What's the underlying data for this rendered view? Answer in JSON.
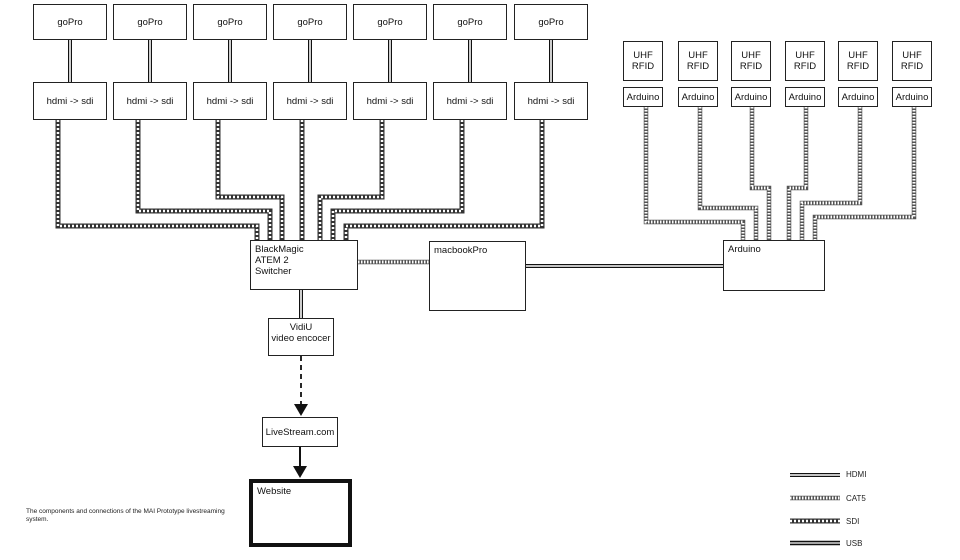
{
  "gopros": [
    "goPro",
    "goPro",
    "goPro",
    "goPro",
    "goPro",
    "goPro",
    "goPro"
  ],
  "converters": [
    "hdmi -> sdi",
    "hdmi -> sdi",
    "hdmi -> sdi",
    "hdmi -> sdi",
    "hdmi -> sdi",
    "hdmi -> sdi",
    "hdmi -> sdi"
  ],
  "rfid_readers": [
    {
      "l1": "UHF",
      "l2": "RFID"
    },
    {
      "l1": "UHF",
      "l2": "RFID"
    },
    {
      "l1": "UHF",
      "l2": "RFID"
    },
    {
      "l1": "UHF",
      "l2": "RFID"
    },
    {
      "l1": "UHF",
      "l2": "RFID"
    },
    {
      "l1": "UHF",
      "l2": "RFID"
    }
  ],
  "small_arduinos": [
    "Arduino",
    "Arduino",
    "Arduino",
    "Arduino",
    "Arduino",
    "Arduino"
  ],
  "switcher": {
    "l1": "BlackMagic",
    "l2": "ATEM 2",
    "l3": "Switcher"
  },
  "laptop": "macbookPro",
  "main_arduino": "Arduino",
  "encoder": {
    "l1": "VidiU",
    "l2": "video encocer"
  },
  "stream": "LiveStream.com",
  "website": "Website",
  "caption": "The components and connections of the MAI Prototype livestreaming system.",
  "legend": {
    "hdmi": "HDMI",
    "cat5": "CAT5",
    "sdi": "SDI",
    "usb": "USB"
  }
}
